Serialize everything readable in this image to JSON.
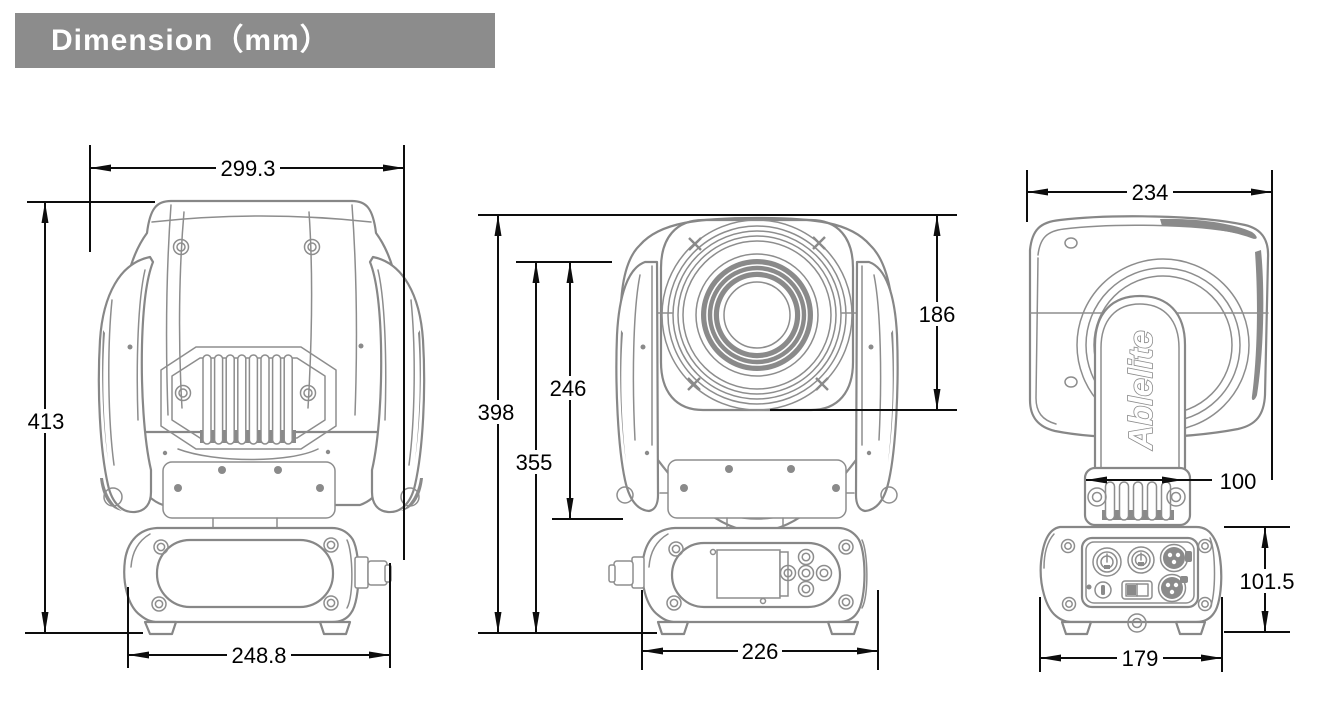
{
  "header": {
    "title": "Dimension（mm）"
  },
  "drawing": {
    "views": {
      "back": {
        "dims": {
          "top_width": "299.3",
          "overall_height": "413",
          "base_width": "248.8"
        }
      },
      "front": {
        "dims": {
          "overall_height": "398",
          "mid_height": "355",
          "inner_height": "246",
          "head_height": "186",
          "base_width": "226"
        }
      },
      "side": {
        "logo": "Ablelite",
        "dims": {
          "head_width": "234",
          "arm_width": "100",
          "base_height": "101.5",
          "base_width": "179"
        }
      }
    },
    "colors": {
      "header_bg": "#8c8c8c",
      "drawing_gray": "#878787",
      "dimension_black": "#0d0d0d"
    }
  }
}
